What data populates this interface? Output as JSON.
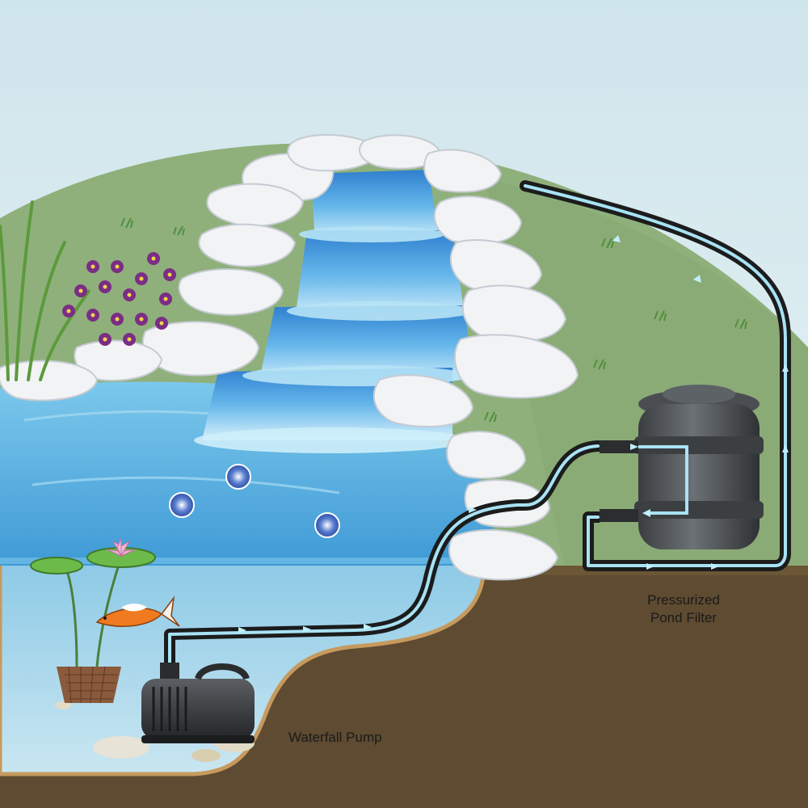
{
  "labels": {
    "pump": "Waterfall Pump",
    "filter_line1": "Pressurized",
    "filter_line2": "Pond Filter"
  },
  "colors": {
    "sky_top": "#d2e7ee",
    "sky_bottom": "#eaf4f4",
    "hill": "#8fb07b",
    "hill_dark": "#7ea06a",
    "soil": "#5e4b31",
    "soil_edge": "#b58a55",
    "water": "#5db4e3",
    "water_deep": "#3f9ad5",
    "water_light": "#9cd3ef",
    "rock": "#f2f3f5",
    "rock_shadow": "#cfd4da",
    "hose": "#1c1c1c",
    "flow": "#a8e2f4",
    "pump_body": "#3a3d40",
    "filter_body": "#55595d",
    "flower": "#7b2d85",
    "grass": "#4a8f3c",
    "lilypad": "#6cbb4a",
    "koi": "#f07a1f"
  },
  "icons": [
    "waterfall-icon",
    "pump-icon",
    "filter-icon",
    "koi-fish-icon",
    "lily-pad-icon",
    "flower-icon",
    "bio-ball-icon",
    "flow-arrow-icon"
  ]
}
